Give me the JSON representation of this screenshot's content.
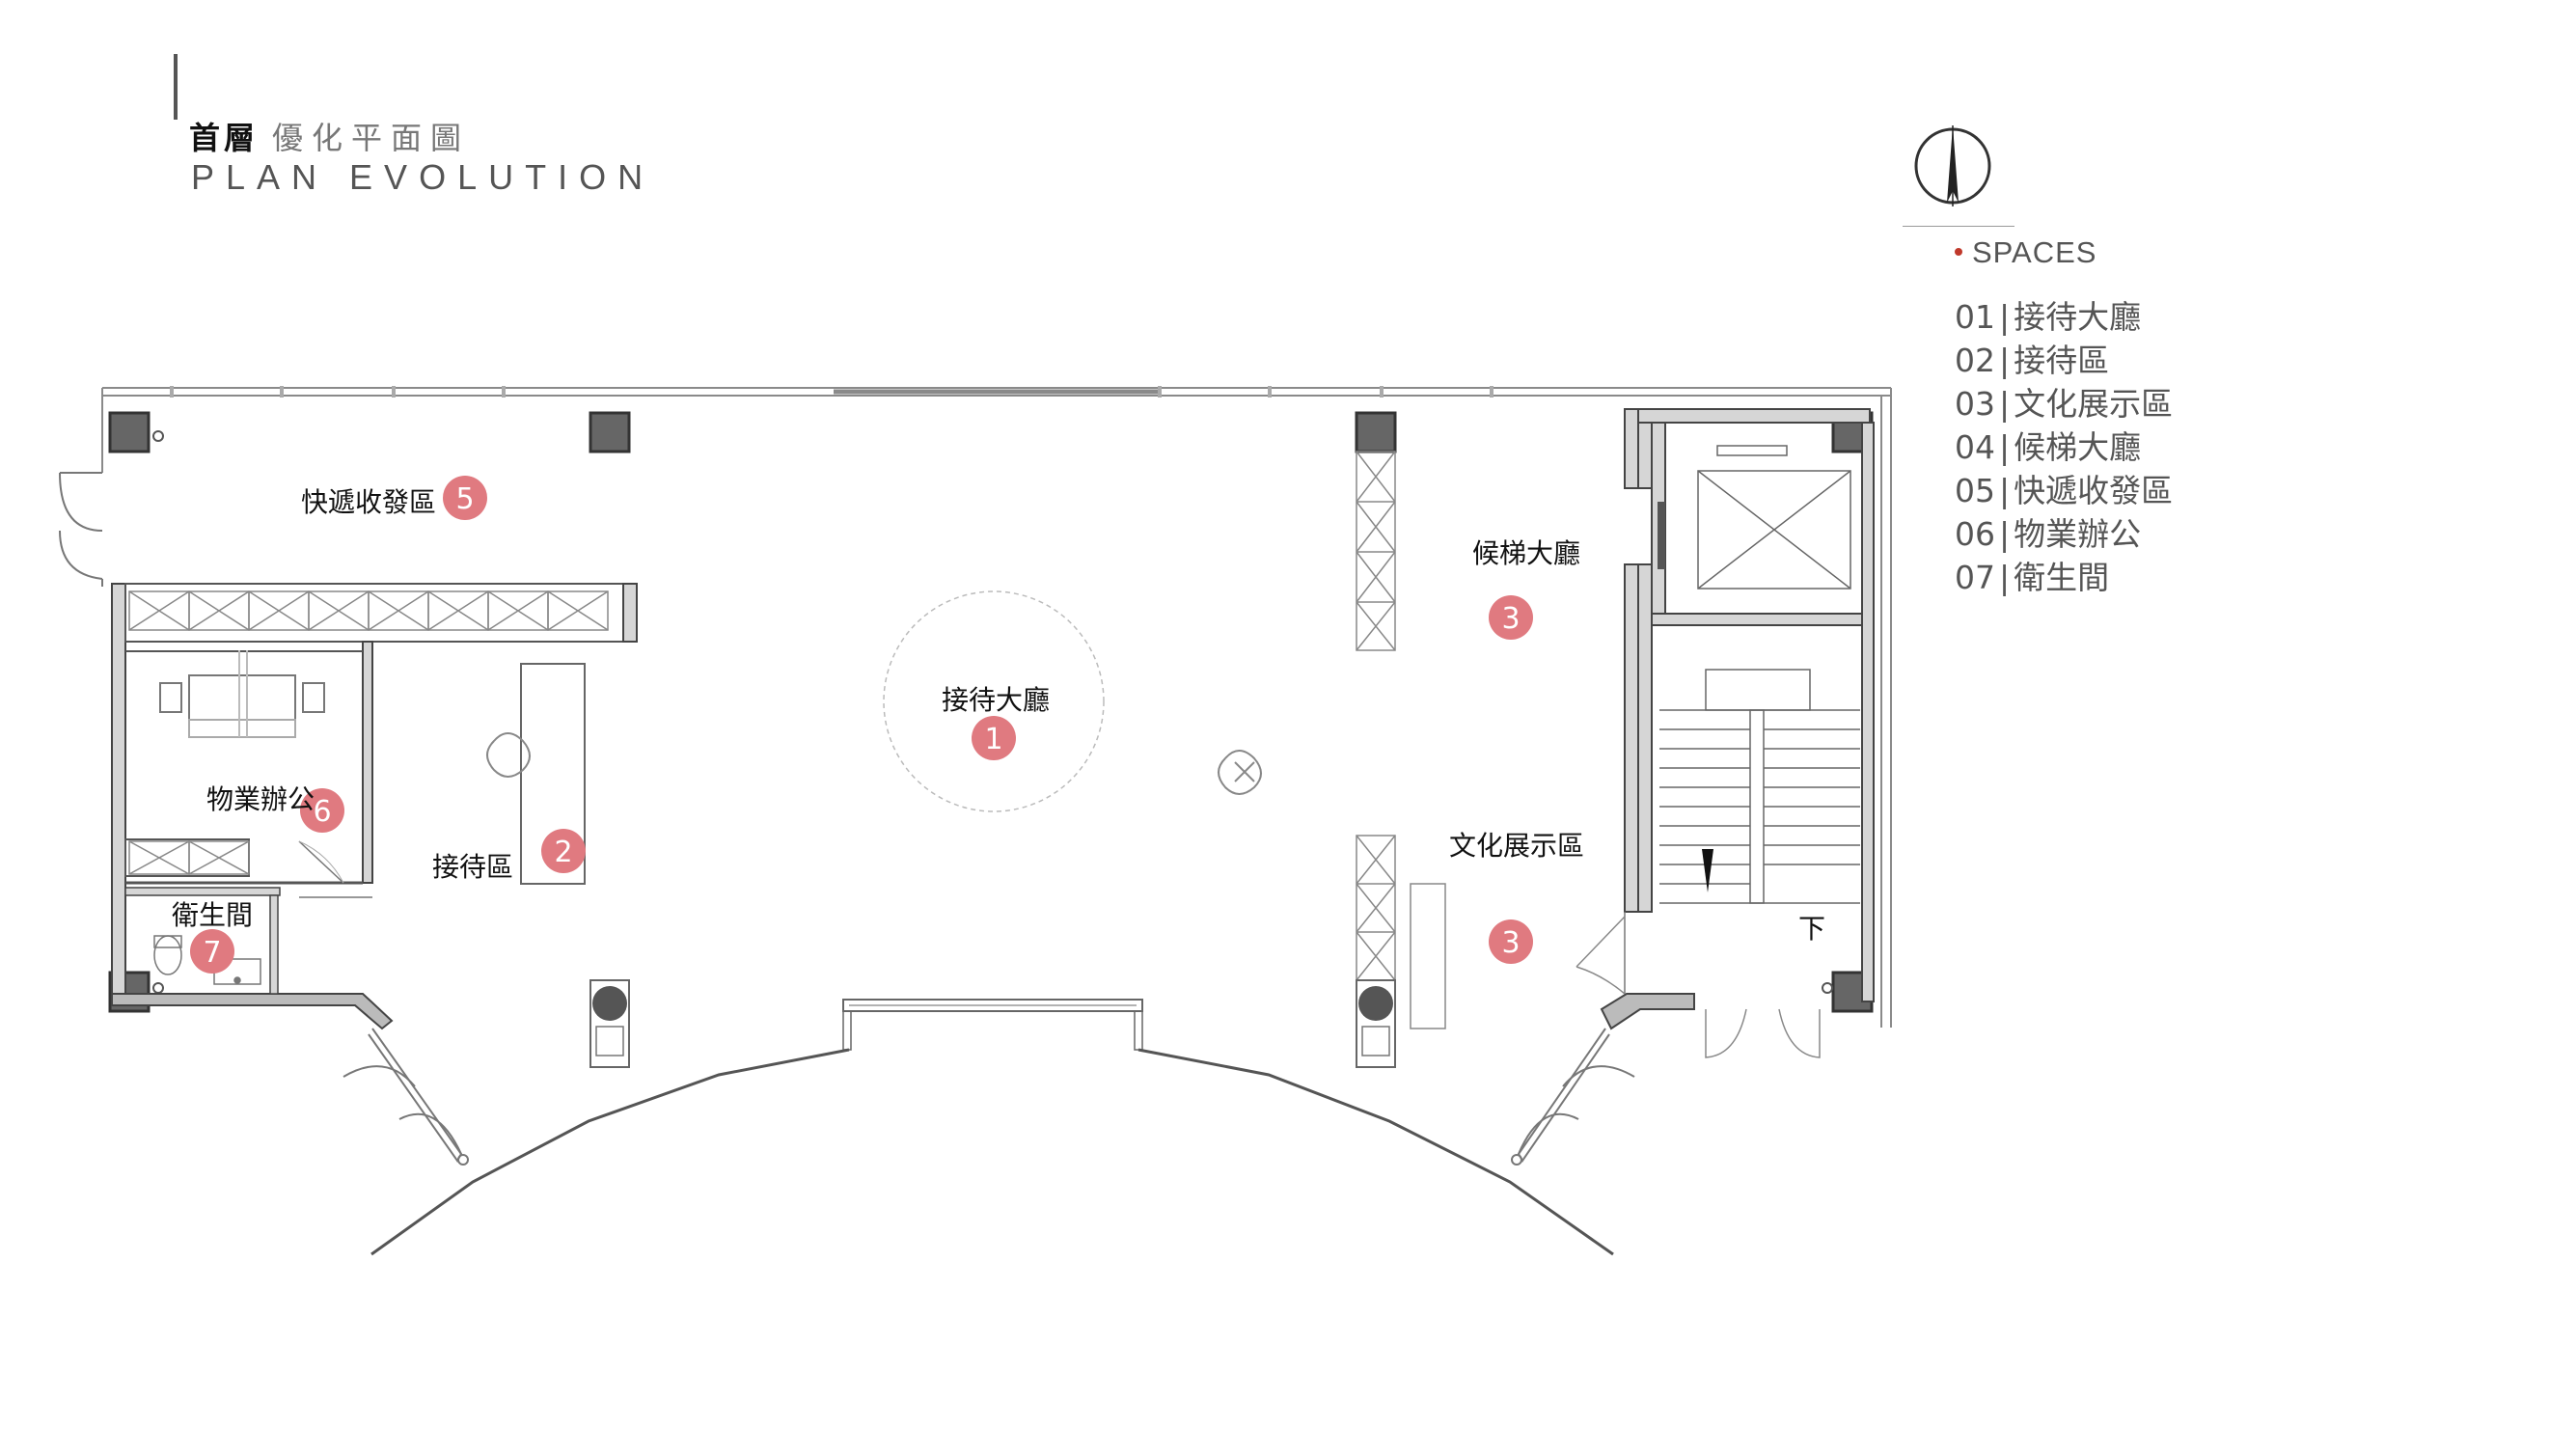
{
  "title": {
    "floor": "首層",
    "subtitle": "優化平面圖",
    "english": "PLAN EVOLUTION"
  },
  "legend": {
    "heading": "SPACES",
    "items": [
      {
        "num": "01",
        "label": "接待大廳"
      },
      {
        "num": "02",
        "label": "接待區"
      },
      {
        "num": "03",
        "label": "文化展示區"
      },
      {
        "num": "04",
        "label": "候梯大廳"
      },
      {
        "num": "05",
        "label": "快遞收發區"
      },
      {
        "num": "06",
        "label": "物業辦公"
      },
      {
        "num": "07",
        "label": "衛生間"
      }
    ]
  },
  "rooms": {
    "courier": {
      "label": "快遞收發區",
      "marker": "5"
    },
    "elevator_lobby": {
      "label": "候梯大廳",
      "marker": "3"
    },
    "lobby": {
      "label": "接待大廳",
      "marker": "1"
    },
    "office": {
      "label": "物業辦公",
      "marker": "6"
    },
    "reception": {
      "label": "接待區",
      "marker": "2"
    },
    "culture": {
      "label": "文化展示區",
      "marker": "3"
    },
    "restroom": {
      "label": "衛生間",
      "marker": "7"
    },
    "stair_down": {
      "label": "下"
    }
  },
  "colors": {
    "marker": "#e07a80",
    "wall": "#555555",
    "column": "#666666"
  },
  "icons": [
    "north-arrow-icon",
    "plant-icon"
  ]
}
